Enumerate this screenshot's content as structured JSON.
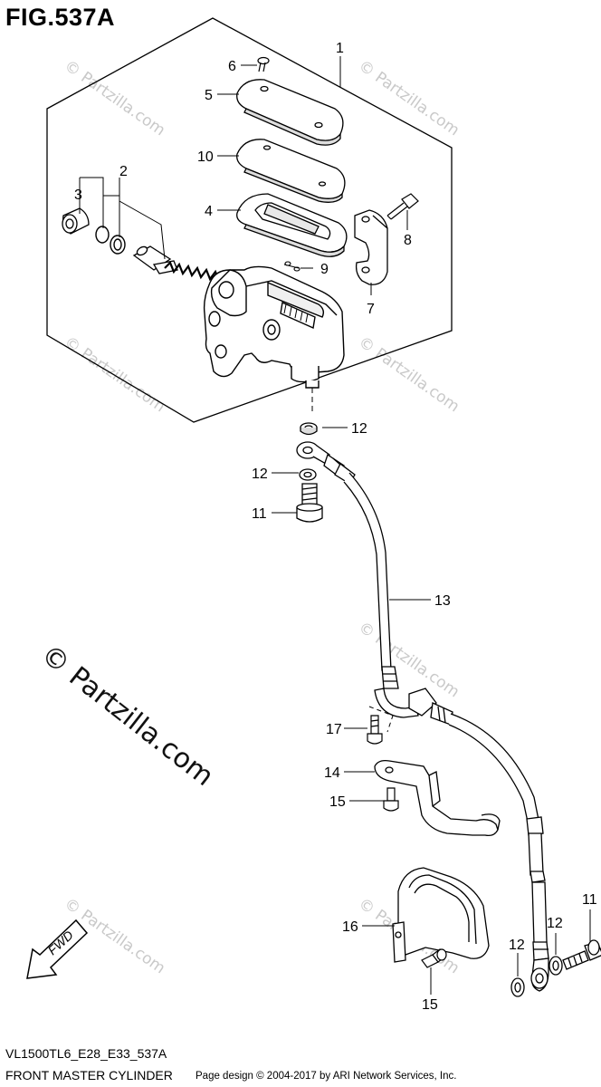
{
  "figure": {
    "title": "FIG.537A",
    "model_code": "VL1500TL6_E28_E33_537A",
    "description": "FRONT MASTER CYLINDER",
    "copyright": "Page design © 2004-2017 by ARI Network Services, Inc."
  },
  "watermark": {
    "large_text": "© Partzilla.com",
    "small_text": "© Partzilla.com"
  },
  "direction_arrow": {
    "label": "FWD"
  },
  "callouts": {
    "c1": "1",
    "c2": "2",
    "c3": "3",
    "c4": "4",
    "c5": "5",
    "c6": "6",
    "c7": "7",
    "c8": "8",
    "c9": "9",
    "c10": "10",
    "c11a": "11",
    "c11b": "11",
    "c12a": "12",
    "c12b": "12",
    "c12c": "12",
    "c12d": "12",
    "c13": "13",
    "c14": "14",
    "c15a": "15",
    "c15b": "15",
    "c16": "16",
    "c17": "17"
  },
  "colors": {
    "line": "#000000",
    "watermark": "#c9c9c9",
    "background": "#ffffff"
  }
}
